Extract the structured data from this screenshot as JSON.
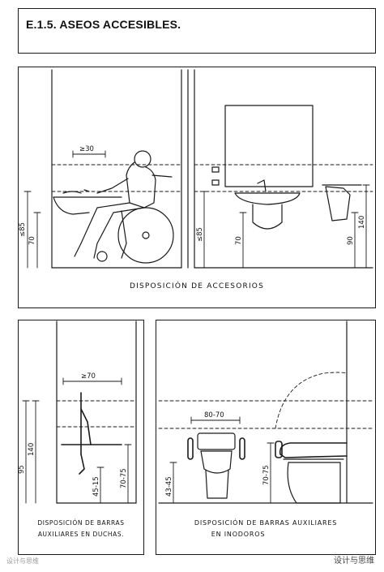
{
  "title": "E.1.5. ASEOS ACCESIBLES.",
  "top_panel": {
    "caption": "DISPOSICIÓN DE ACCESORIOS",
    "dims": {
      "reach": "≥30",
      "counter_total": "≤85",
      "counter_knee": "70",
      "basin_total": "≤85",
      "basin_knee": "70",
      "towel_top": "140",
      "towel_low": "90"
    }
  },
  "shower_panel": {
    "caption_line1": "DISPOSICIÓN DE BARRAS",
    "caption_line2": "AUXILIARES EN DUCHAS.",
    "dims": {
      "width": "≥70",
      "total": "95",
      "height_140": "140",
      "low_bar": "45-15",
      "bar_range": "70-75"
    }
  },
  "toilet_panel": {
    "caption_line1": "DISPOSICIÓN DE BARRAS AUXILIARES",
    "caption_line2": "EN INODOROS",
    "dims": {
      "bar_gap": "80-70",
      "seat": "43-45",
      "bar_height": "70-75"
    }
  },
  "footer": {
    "left": "设计与思维",
    "right": "设计与思维"
  }
}
